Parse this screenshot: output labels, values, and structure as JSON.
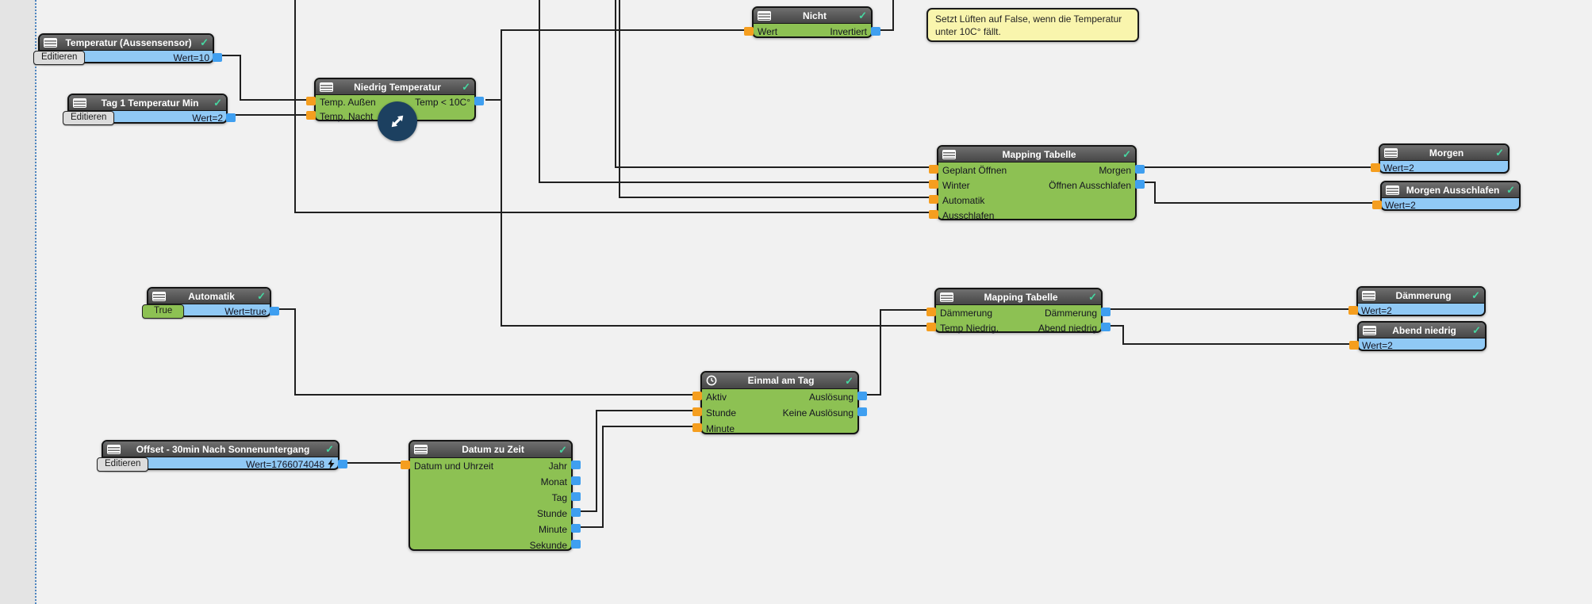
{
  "glyphs": {
    "check": "✓"
  },
  "colors": {
    "canvas": "#f1f1f1",
    "side_strip": "#e4e4e4",
    "guide_line": "#4d85c0",
    "node_green": "#8dc153",
    "node_blue": "#90c9f5",
    "header": "#565656",
    "wire": "#202020",
    "input_port": "#f59e1f",
    "output_port": "#3f9ff0",
    "status_check": "#47d6a1",
    "note_bg": "#f9f5ad"
  },
  "note": {
    "text": "Setzt Lüften auf False, wenn die Temperatur unter 10C° fällt."
  },
  "nodes": {
    "temperatur_aussensensor": {
      "title": "Temperatur (Aussensensor)",
      "edit_button": "Editieren",
      "value": "Wert=10"
    },
    "tag1_temperatur_min": {
      "title": "Tag 1 Temperatur Min",
      "edit_button": "Editieren",
      "value": "Wert=2"
    },
    "niedrig_temperatur": {
      "title": "Niedrig Temperatur",
      "rows": [
        {
          "in": "Temp. Außen",
          "out": "Temp < 10C°"
        },
        {
          "in": "Temp. Nacht",
          "out": ""
        }
      ]
    },
    "nicht": {
      "title": "Nicht",
      "rows": [
        {
          "in": "Wert",
          "out": "Invertiert"
        }
      ]
    },
    "mapping_tabelle_1": {
      "title": "Mapping Tabelle",
      "rows": [
        {
          "in": "Geplant Öffnen",
          "out": "Morgen"
        },
        {
          "in": "Winter",
          "out": "Öffnen Ausschlafen"
        },
        {
          "in": "Automatik",
          "out": ""
        },
        {
          "in": "Ausschlafen",
          "out": ""
        }
      ]
    },
    "morgen": {
      "title": "Morgen",
      "value": "Wert=2"
    },
    "morgen_ausschlafen": {
      "title": "Morgen Ausschlafen",
      "value": "Wert=2"
    },
    "automatik": {
      "title": "Automatik",
      "toggle_button": "True",
      "value": "Wert=true"
    },
    "mapping_tabelle_2": {
      "title": "Mapping Tabelle",
      "rows": [
        {
          "in": "Dämmerung",
          "out": "Dämmerung"
        },
        {
          "in": "Temp Niedrig.",
          "out": "Abend niedrig"
        }
      ]
    },
    "daemmerung": {
      "title": "Dämmerung",
      "value": "Wert=2"
    },
    "abend_niedrig": {
      "title": "Abend niedrig",
      "value": "Wert=2"
    },
    "einmal_am_tag": {
      "title": "Einmal am Tag",
      "rows": [
        {
          "in": "Aktiv",
          "out": "Auslösung"
        },
        {
          "in": "Stunde",
          "out": "Keine Auslösung"
        },
        {
          "in": "Minute",
          "out": ""
        }
      ]
    },
    "offset_sonnenuntergang": {
      "title": "Offset - 30min Nach Sonnenuntergang",
      "edit_button": "Editieren",
      "value": "Wert=1766074048"
    },
    "datum_zu_zeit": {
      "title": "Datum zu Zeit",
      "rows": [
        {
          "in": "Datum und Uhrzeit",
          "out": "Jahr"
        },
        {
          "in": "",
          "out": "Monat"
        },
        {
          "in": "",
          "out": "Tag"
        },
        {
          "in": "",
          "out": "Stunde"
        },
        {
          "in": "",
          "out": "Minute"
        },
        {
          "in": "",
          "out": "Sekunde"
        }
      ]
    }
  }
}
